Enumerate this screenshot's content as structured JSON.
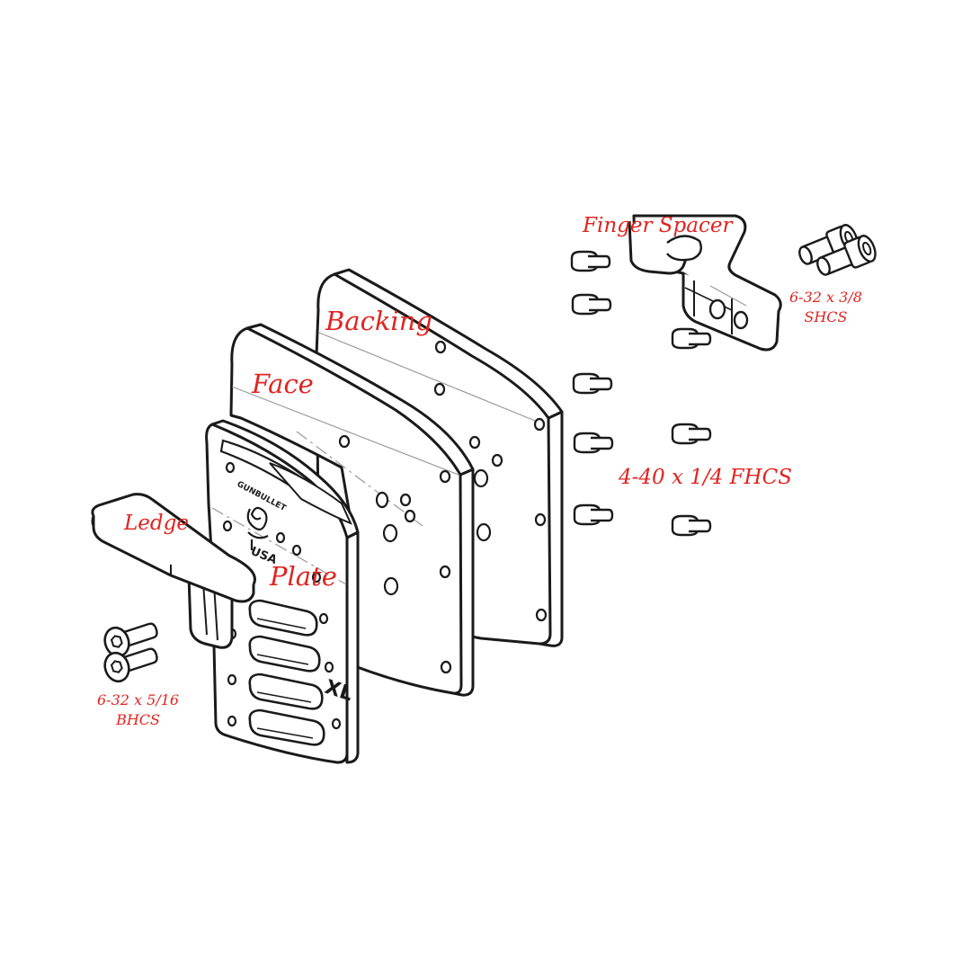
{
  "labels": {
    "backing": "Backing",
    "face": "Face",
    "ledge": "Ledge",
    "plate": "Plate",
    "finger_spacer": "Finger Spacer",
    "fhcs": "4-40 x 1/4 FHCS",
    "shcs_size": "6-32 x 3/8",
    "shcs_type": "SHCS",
    "bhcs_size": "6-32 x 5/16",
    "bhcs_type": "BHCS"
  },
  "plate_engraving": {
    "brand": "GUNBULLET",
    "origin": "USA",
    "size": "XL"
  },
  "colors": {
    "label": "#e0231f",
    "line": "#1a1a1a",
    "hidden_line": "#9a9a9a",
    "background": "#ffffff"
  }
}
